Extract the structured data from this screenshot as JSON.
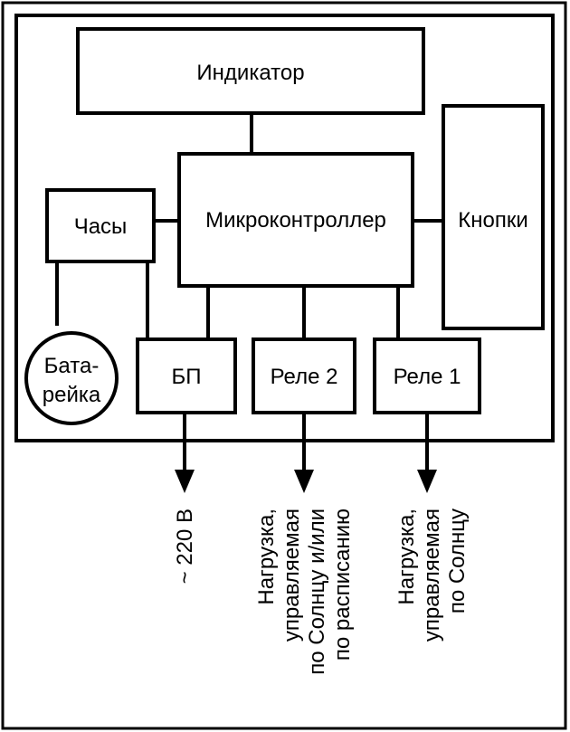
{
  "blocks": {
    "indicator": "Индикатор",
    "microcontroller": "Микроконтроллер",
    "clock": "Часы",
    "buttons": "Кнопки",
    "battery_line1": "Бата-",
    "battery_line2": "рейка",
    "power_supply": "БП",
    "relay2": "Реле 2",
    "relay1": "Реле 1"
  },
  "outputs": {
    "mains": "~ 220 В",
    "load2": [
      "Нагрузка,",
      "управляемая",
      "по Солнцу и/или",
      "по расписанию"
    ],
    "load1": [
      "Нагрузка,",
      "управляемая",
      "по Солнцу"
    ]
  }
}
